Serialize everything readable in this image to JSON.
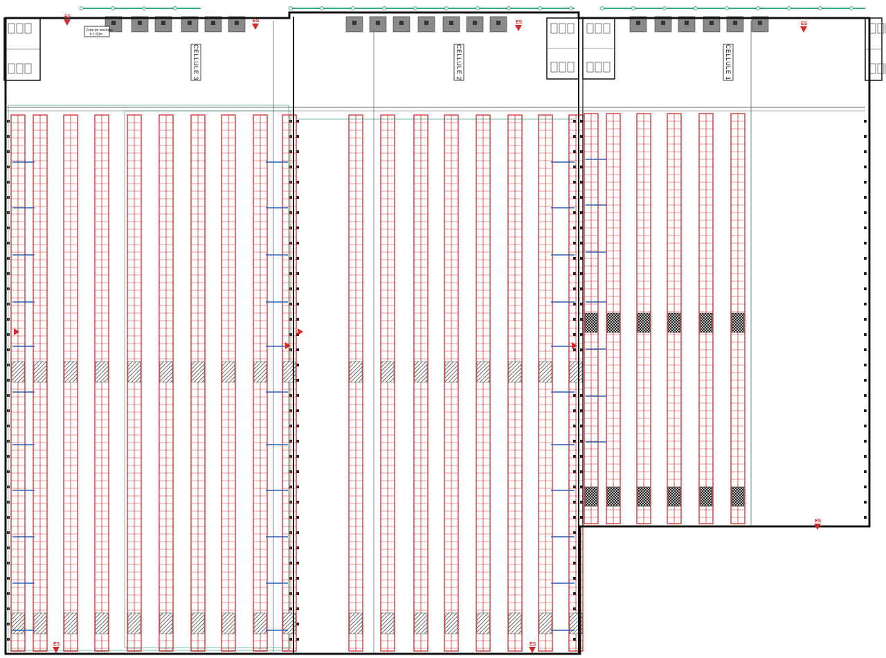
{
  "cells": [
    {
      "id": "cell-3",
      "label": "CELLULE 3"
    },
    {
      "id": "cell-2",
      "label": "CELLULE 2"
    },
    {
      "id": "cell-1",
      "label": "CELLULE 1"
    }
  ],
  "legend_note": {
    "line1": "Zone de stockage",
    "line2": "h 1,50m"
  },
  "exit_sign_text": "ES",
  "colors": {
    "wall": "#111111",
    "rack": "#d42a2a",
    "aisle_marker": "#2a5db0",
    "sprinkler_line": "#35a884",
    "dock": "#8a8a8a",
    "hatch": "#555555",
    "grid": "#333333"
  }
}
